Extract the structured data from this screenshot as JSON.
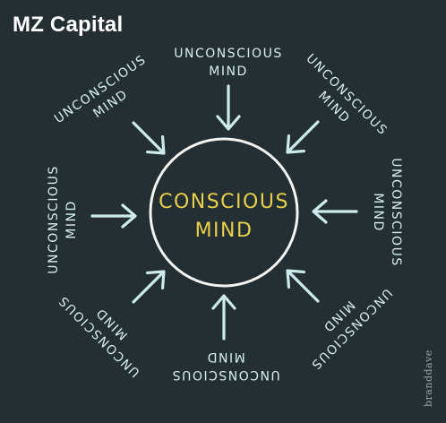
{
  "header": {
    "brand": "MZ Capital"
  },
  "diagram": {
    "center": {
      "line1": "CONSCIOUS",
      "line2": "MIND"
    },
    "outer_items": [
      {
        "line1": "UNCONSCIOUS",
        "line2": "MIND"
      },
      {
        "line1": "UNCONSCIOUS",
        "line2": "MIND"
      },
      {
        "line1": "UNCONSCIOUS",
        "line2": "MIND"
      },
      {
        "line1": "UNCONSCIOUS",
        "line2": "MIND"
      },
      {
        "line1": "UNCONSCIOUS",
        "line2": "MIND"
      },
      {
        "line1": "UNCONSCIOUS",
        "line2": "MIND"
      },
      {
        "line1": "UNCONSCIOUS",
        "line2": "MIND"
      },
      {
        "line1": "UNCONSCIOUS",
        "line2": "MIND"
      }
    ],
    "colors": {
      "background": "#232f33",
      "circle": "#f4f4f0",
      "center_text": "#e8cf4a",
      "arrows": "#cdeaec",
      "outer_text": "#d6eef0"
    }
  },
  "footer": {
    "watermark": "branddave"
  }
}
